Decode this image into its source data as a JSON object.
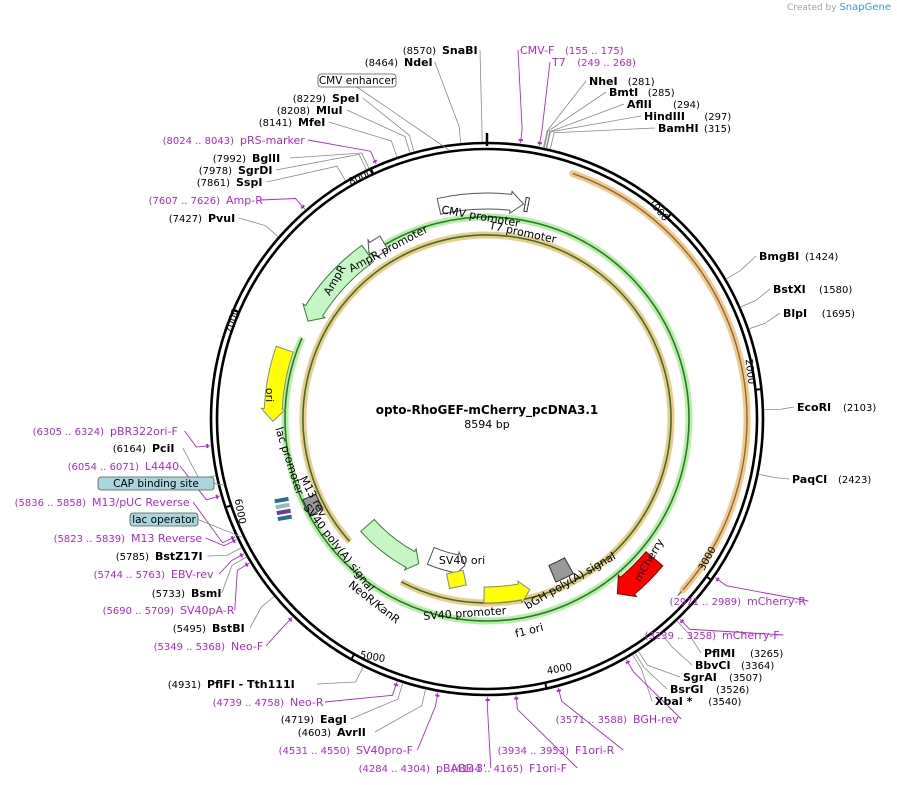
{
  "credit": {
    "created_by": "Created by",
    "brand": "SnapGene"
  },
  "plasmid": {
    "name": "opto-RhoGEF-mCherry_pcDNA3.1",
    "size_label": "8594 bp",
    "length": 8594
  },
  "ticks": [
    {
      "pos": 1000,
      "label": "1000"
    },
    {
      "pos": 2000,
      "label": "2000"
    },
    {
      "pos": 3000,
      "label": "3000"
    },
    {
      "pos": 4000,
      "label": "4000"
    },
    {
      "pos": 5000,
      "label": "5000"
    },
    {
      "pos": 6000,
      "label": "6000"
    },
    {
      "pos": 7000,
      "label": "7000"
    },
    {
      "pos": 8000,
      "label": "8000"
    }
  ],
  "enzymes": [
    {
      "name": "SnaBI",
      "pos": "(8570)",
      "site": 8570
    },
    {
      "name": "NdeI",
      "pos": "(8464)",
      "site": 8464
    },
    {
      "name": "SpeI",
      "pos": "(8229)",
      "site": 8229
    },
    {
      "name": "MluI",
      "pos": "(8208)",
      "site": 8208
    },
    {
      "name": "MfeI",
      "pos": "(8141)",
      "site": 8141
    },
    {
      "name": "BglII",
      "pos": "(7992)",
      "site": 7992
    },
    {
      "name": "SgrDI",
      "pos": "(7978)",
      "site": 7978
    },
    {
      "name": "SspI",
      "pos": "(7861)",
      "site": 7861
    },
    {
      "name": "PvuI",
      "pos": "(7427)",
      "site": 7427
    },
    {
      "name": "NheI",
      "pos": "(281)",
      "site": 281
    },
    {
      "name": "BmtI",
      "pos": "(285)",
      "site": 285
    },
    {
      "name": "AflII",
      "pos": "(294)",
      "site": 294
    },
    {
      "name": "HindIII",
      "pos": "(297)",
      "site": 297
    },
    {
      "name": "BamHI",
      "pos": "(315)",
      "site": 315
    },
    {
      "name": "BmgBI",
      "pos": "(1424)",
      "site": 1424
    },
    {
      "name": "BstXI",
      "pos": "(1580)",
      "site": 1580
    },
    {
      "name": "BlpI",
      "pos": "(1695)",
      "site": 1695
    },
    {
      "name": "EcoRI",
      "pos": "(2103)",
      "site": 2103
    },
    {
      "name": "PaqCI",
      "pos": "(2423)",
      "site": 2423
    },
    {
      "name": "PflMI",
      "pos": "(3265)",
      "site": 3265
    },
    {
      "name": "BbvCI",
      "pos": "(3364)",
      "site": 3364
    },
    {
      "name": "SgrAI",
      "pos": "(3507)",
      "site": 3507
    },
    {
      "name": "BsrGI",
      "pos": "(3526)",
      "site": 3526
    },
    {
      "name": "XbaI *",
      "pos": "(3540)",
      "site": 3540
    },
    {
      "name": "PciI",
      "pos": "(6164)",
      "site": 6164
    },
    {
      "name": "BstZ17I",
      "pos": "(5785)",
      "site": 5785
    },
    {
      "name": "BsmI",
      "pos": "(5733)",
      "site": 5733
    },
    {
      "name": "BstBI",
      "pos": "(5495)",
      "site": 5495
    },
    {
      "name": "PflFI - Tth111I",
      "pos": "(4931)",
      "site": 4931
    },
    {
      "name": "EagI",
      "pos": "(4719)",
      "site": 4719
    },
    {
      "name": "AvrII",
      "pos": "(4603)",
      "site": 4603
    }
  ],
  "primers": [
    {
      "name": "CMV-F",
      "range": "(155 .. 175)",
      "site": 165
    },
    {
      "name": "T7",
      "range": "(249 .. 268)",
      "site": 258
    },
    {
      "name": "pRS-marker",
      "range": "(8024 .. 8043)",
      "site": 8033
    },
    {
      "name": "Amp-R",
      "range": "(7607 .. 7626)",
      "site": 7616
    },
    {
      "name": "pBR322ori-F",
      "range": "(6305 .. 6324)",
      "site": 6314
    },
    {
      "name": "L4440",
      "range": "(6054 .. 6071)",
      "site": 6062
    },
    {
      "name": "M13/pUC Reverse",
      "range": "(5836 .. 5858)",
      "site": 5847
    },
    {
      "name": "M13 Reverse",
      "range": "(5823 .. 5839)",
      "site": 5831
    },
    {
      "name": "EBV-rev",
      "range": "(5744 .. 5763)",
      "site": 5753
    },
    {
      "name": "SV40pA-R",
      "range": "(5690 .. 5709)",
      "site": 5700
    },
    {
      "name": "Neo-F",
      "range": "(5349 .. 5368)",
      "site": 5358
    },
    {
      "name": "Neo-R",
      "range": "(4739 .. 4758)",
      "site": 4748
    },
    {
      "name": "SV40pro-F",
      "range": "(4531 .. 4550)",
      "site": 4540
    },
    {
      "name": "pBABE 3'",
      "range": "(4284 .. 4304)",
      "site": 4294
    },
    {
      "name": "F1ori-F",
      "range": "(4144 .. 4165)",
      "site": 4154
    },
    {
      "name": "F1ori-R",
      "range": "(3934 .. 3953)",
      "site": 3943
    },
    {
      "name": "BGH-rev",
      "range": "(3571 .. 3588)",
      "site": 3579
    },
    {
      "name": "mCherry-F",
      "range": "(3239 .. 3258)",
      "site": 3248
    },
    {
      "name": "mCherry-R",
      "range": "(2971 .. 2989)",
      "site": 2980
    }
  ],
  "boxed_labels": [
    {
      "name": "CMV enhancer"
    },
    {
      "name": "CAP binding site"
    },
    {
      "name": "lac operator"
    }
  ],
  "features": [
    {
      "name": "CMV promoter"
    },
    {
      "name": "T7 promoter"
    },
    {
      "name": "AmpR promoter"
    },
    {
      "name": "AmpR"
    },
    {
      "name": "ori"
    },
    {
      "name": "lac promoter"
    },
    {
      "name": "M13 rev"
    },
    {
      "name": "SV40 poly(A) signal"
    },
    {
      "name": "NeoR/KanR"
    },
    {
      "name": "SV40 promoter"
    },
    {
      "name": "SV40 ori"
    },
    {
      "name": "f1 ori"
    },
    {
      "name": "bGH poly(A) signal"
    },
    {
      "name": "mCherry"
    }
  ],
  "colors": {
    "enzyme": "#000000",
    "primer": "#a62ebf",
    "orf_hl": "#f2c98a",
    "amp": "#c5f7c5",
    "ori": "#ffff00",
    "mcherry": "#ff0000",
    "white_feature": "#ffffff",
    "gray_feature": "#999999",
    "teal_box": "#a9d6dc"
  }
}
